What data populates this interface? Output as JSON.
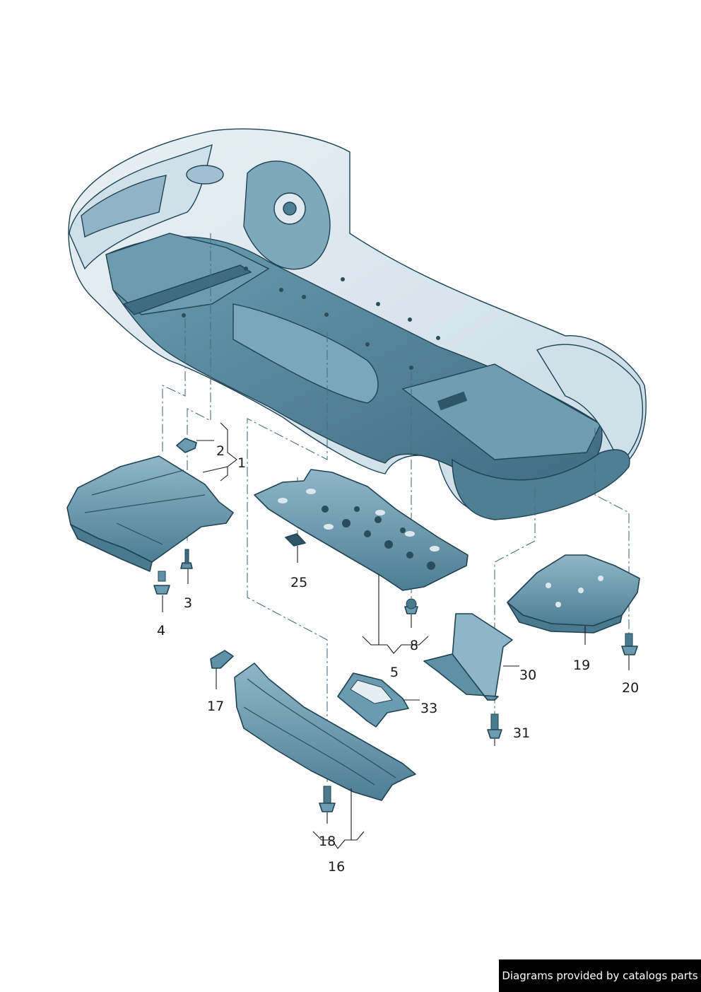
{
  "callouts": {
    "p1": "1",
    "p2": "2",
    "p3": "3",
    "p4": "4",
    "p5": "5",
    "p8": "8",
    "p16": "16",
    "p17": "17",
    "p18": "18",
    "p19": "19",
    "p20": "20",
    "p25": "25",
    "p30": "30",
    "p31": "31",
    "p33": "33"
  },
  "credit": "Diagrams provided by catalogs parts",
  "colors": {
    "part_fill": "#5b8ea5",
    "part_light": "#8fb6c8",
    "car_body": "#dbe7ee",
    "car_underbody": "#4f7f95",
    "outline": "#1f4352"
  }
}
